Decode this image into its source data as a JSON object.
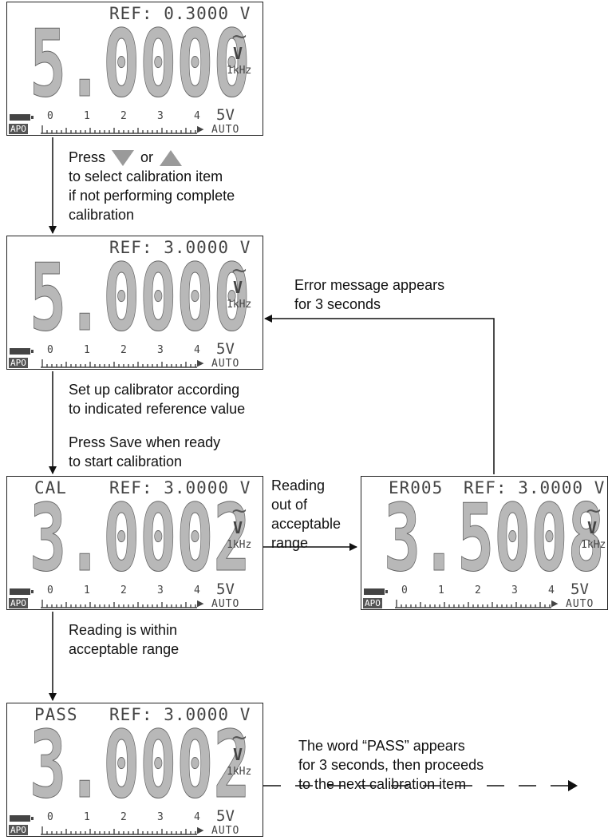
{
  "lcd_common": {
    "ac_symbol": "~",
    "unit": "V",
    "frequency": "1kHz",
    "scale_ticks": [
      "0",
      "1",
      "2",
      "3",
      "4"
    ],
    "scale_max": "5V",
    "apo": "APO",
    "auto": "AUTO"
  },
  "displays": [
    {
      "status": "",
      "ref": "REF: 0.3000 V",
      "reading": "5.0000"
    },
    {
      "status": "",
      "ref": "REF: 3.0000 V",
      "reading": "5.0000"
    },
    {
      "status": "CAL",
      "ref": "REF: 3.0000 V",
      "reading": "3.0002"
    },
    {
      "status": "ER005",
      "ref": "REF: 3.0000 V",
      "reading": "3.5008"
    },
    {
      "status": "PASS",
      "ref": "REF: 3.0000 V",
      "reading": "3.0002"
    }
  ],
  "labels": {
    "press_line1_a": "Press",
    "press_line1_b": "or",
    "press_line2": "to select calibration item",
    "press_line3": "if not performing complete",
    "press_line4": "calibration",
    "error_line1": "Error message appears",
    "error_line2": "for 3 seconds",
    "setup_line1": "Set up calibrator according",
    "setup_line2": "to indicated reference value",
    "save_line1": "Press Save when ready",
    "save_line2": "to start calibration",
    "out_line1": "Reading",
    "out_line2": "out of",
    "out_line3": "acceptable",
    "out_line4": "range",
    "within_line1": "Reading is within",
    "within_line2": "acceptable range",
    "pass_line1": "The word “PASS” appears",
    "pass_line2": "for 3 seconds, then proceeds",
    "pass_line3": "to the next calibration item"
  },
  "icons": {
    "down_key": "down-triangle-icon",
    "up_key": "up-triangle-icon"
  }
}
